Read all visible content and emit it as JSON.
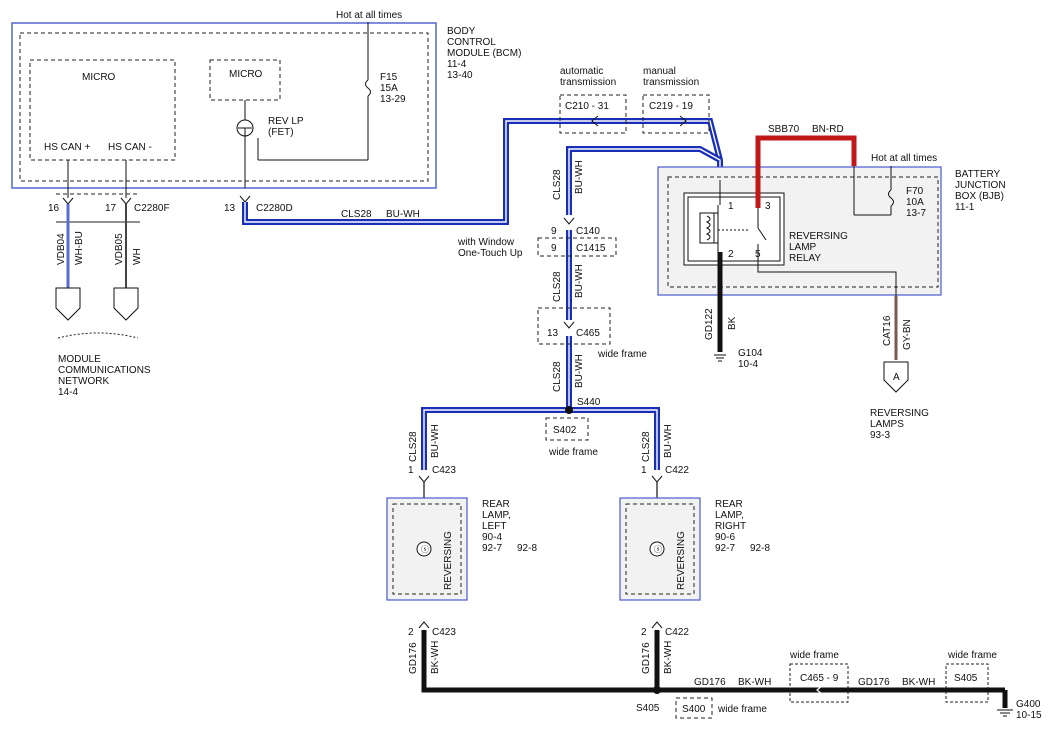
{
  "bcm": {
    "title_lines": [
      "BODY",
      "CONTROL",
      "MODULE (BCM)",
      "11-4",
      "13-40"
    ],
    "micro_left": "MICRO",
    "micro_right": "MICRO",
    "hs_can_plus": "HS CAN +",
    "hs_can_minus": "HS CAN -",
    "hot_at_all_times": "Hot at all times",
    "fuse_lines": [
      "F15",
      "15A",
      "13-29"
    ],
    "rev_lp_lines": [
      "REV LP",
      "(FET)"
    ]
  },
  "bcm_connectors": {
    "pin16": "16",
    "pin17": "17",
    "c2280f": "C2280F",
    "pin13": "13",
    "c2280d": "C2280D"
  },
  "network_wires": {
    "vdb04": "VDB04",
    "vdb04_color": "WH-BU",
    "vdb05": "VDB05",
    "vdb05_color": "WH"
  },
  "module_network": {
    "lines": [
      "MODULE",
      "COMMUNICATIONS",
      "NETWORK",
      "14-4"
    ]
  },
  "top_circuit": {
    "name": "CLS28",
    "color": "BU-WH"
  },
  "transmission": {
    "auto_label_lines": [
      "automatic",
      "transmission"
    ],
    "manual_label_lines": [
      "manual",
      "transmission"
    ],
    "auto_connector": "C210 - 31",
    "manual_connector": "C219 - 19"
  },
  "vertical_segments": {
    "seg1_name": "CLS28",
    "seg1_color": "BU-WH",
    "seg2_name": "CLS28",
    "seg2_color": "BU-WH",
    "seg3_name": "CLS28",
    "seg3_color": "BU-WH"
  },
  "c140": {
    "pin": "9",
    "name": "C140"
  },
  "c1415": {
    "pin": "9",
    "name": "C1415",
    "note_lines": [
      "with Window",
      "One-Touch Up"
    ]
  },
  "c465": {
    "pin": "13",
    "name": "C465",
    "note": "wide frame"
  },
  "s440": {
    "name": "S440"
  },
  "s402": {
    "name": "S402",
    "note": "wide frame"
  },
  "left_branch": {
    "wire_name": "CLS28",
    "wire_color": "BU-WH",
    "pin1": "1",
    "c423": "C423",
    "ground_name": "GD176",
    "ground_color": "BK-WH",
    "pin2": "2",
    "c423_b": "C423"
  },
  "right_branch": {
    "wire_name": "CLS28",
    "wire_color": "BU-WH",
    "pin1": "1",
    "c422": "C422",
    "ground_name": "GD176",
    "ground_color": "BK-WH",
    "pin2": "2",
    "c422_b": "C422"
  },
  "rear_lamp_left": {
    "lines": [
      "REAR",
      "LAMP,",
      "LEFT",
      "90-4",
      "92-7"
    ],
    "ref_extra": "92-8",
    "lamp_label": "REVERSING"
  },
  "rear_lamp_right": {
    "lines": [
      "REAR",
      "LAMP,",
      "RIGHT",
      "90-6",
      "92-7"
    ],
    "ref_extra": "92-8",
    "lamp_label": "REVERSING"
  },
  "bjb": {
    "title_lines": [
      "BATTERY",
      "JUNCTION",
      "BOX (BJB)",
      "11-1"
    ],
    "hot_at_all_times": "Hot at all times",
    "fuse_lines": [
      "F70",
      "10A",
      "13-7"
    ],
    "relay_lines": [
      "REVERSING",
      "LAMP",
      "RELAY"
    ],
    "pin1": "1",
    "pin2": "2",
    "pin3": "3",
    "pin5": "5"
  },
  "sbb70": {
    "name": "SBB70",
    "color": "BN-RD"
  },
  "gd122": {
    "name": "GD122",
    "color": "BK",
    "ground": "G104",
    "ground_ref": "10-4"
  },
  "cat16": {
    "name": "CAT16",
    "color": "GY-BN",
    "connector": "A"
  },
  "reversing_lamps": {
    "lines": [
      "REVERSING",
      "LAMPS",
      "93-3"
    ]
  },
  "bottom": {
    "s405_left": "S405",
    "s400": "S400",
    "s400_note": "wide frame",
    "gd176_a": "GD176",
    "color_a": "BK-WH",
    "c465_9": "C465 - 9",
    "c465_note": "wide frame",
    "gd176_b": "GD176",
    "color_b": "BK-WH",
    "s405_right": "S405",
    "s405_note": "wide frame",
    "g400": "G400",
    "g400_ref": "10-15"
  },
  "colors": {
    "blue_wire": "#1a2fb8",
    "red_wire": "#c01818",
    "black_wire": "#111111",
    "gray_brown_wire": "#7a5a50",
    "box_border": "#4a5ad0"
  }
}
